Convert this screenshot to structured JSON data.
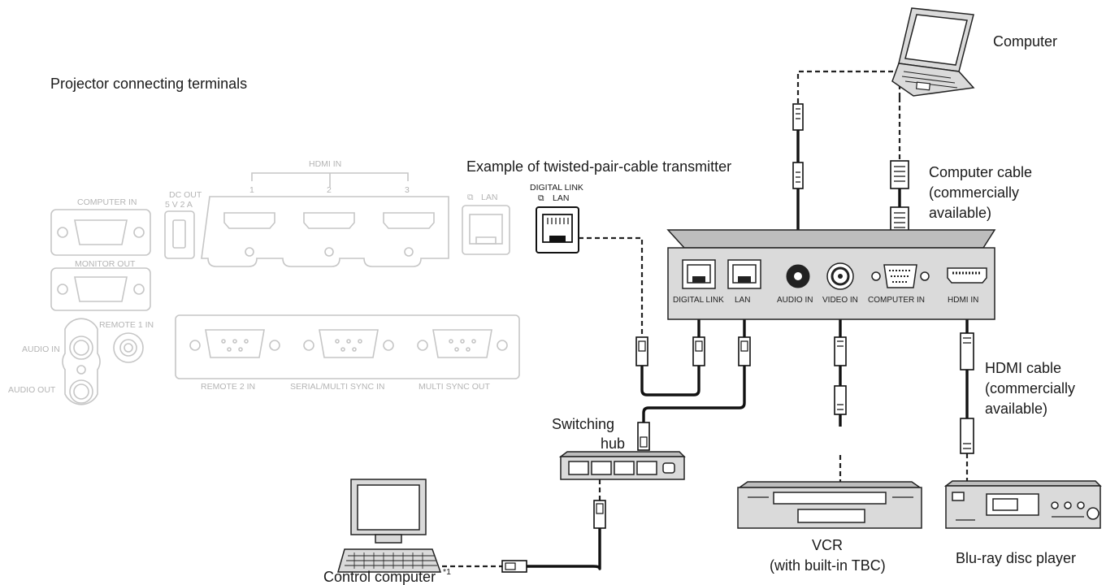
{
  "labels": {
    "projector_terminals": "Projector connecting terminals",
    "transmitter_example": "Example of twisted-pair-cable transmitter",
    "computer": "Computer",
    "computer_cable_1": "Computer cable",
    "computer_cable_2": "(commercially",
    "computer_cable_3": "available)",
    "hdmi_cable_1": "HDMI cable",
    "hdmi_cable_2": "(commercially",
    "hdmi_cable_3": "available)",
    "switching_hub_1": "Switching",
    "switching_hub_2": "hub",
    "vcr_1": "VCR",
    "vcr_2": "(with built-in TBC)",
    "bluray": "Blu-ray disc player",
    "control_computer": "Control computer",
    "control_computer_note": "*1"
  },
  "projector_panel": {
    "computer_in": "COMPUTER IN",
    "monitor_out": "MONITOR OUT",
    "dc_out_1": "DC OUT",
    "dc_out_2": "5 V  2 A",
    "hdmi_in": "HDMI IN",
    "hdmi_1": "1",
    "hdmi_2": "2",
    "hdmi_3": "3",
    "lan": "LAN",
    "digital_link_1": "DIGITAL LINK",
    "digital_link_2": "LAN",
    "audio_in": "AUDIO IN",
    "audio_out": "AUDIO OUT",
    "remote_1_in": "REMOTE 1 IN",
    "remote_2_in": "REMOTE 2 IN",
    "serial_multi_sync_in": "SERIAL/MULTI SYNC IN",
    "multi_sync_out": "MULTI SYNC OUT"
  },
  "transmitter_ports": {
    "digital_link": "DIGITAL LINK",
    "lan": "LAN",
    "audio_in": "AUDIO IN",
    "video_in": "VIDEO IN",
    "computer_in": "COMPUTER IN",
    "hdmi_in": "HDMI IN"
  },
  "colors": {
    "panel_line": "#c6c6c6",
    "cable": "#111111",
    "device_fill": "#dadada"
  }
}
